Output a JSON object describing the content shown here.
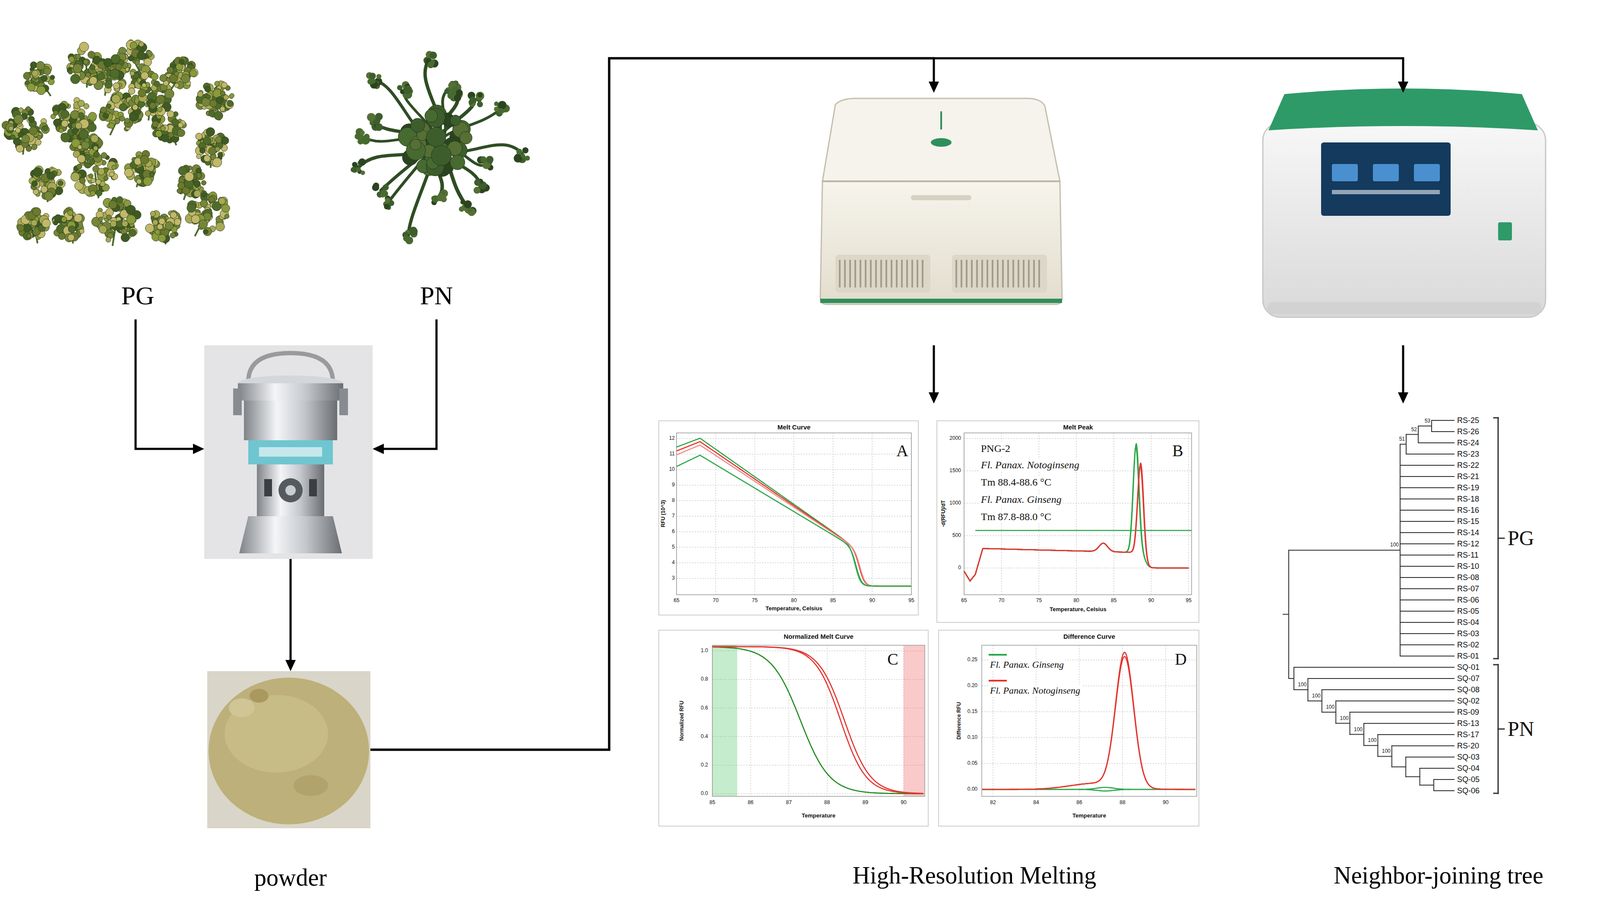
{
  "diagram": {
    "nodes": [
      {
        "text": [
          "PG"
        ]
      },
      {
        "text": [
          "PN"
        ]
      },
      {
        "text": []
      },
      {
        "text": [
          "powder"
        ]
      },
      {
        "text": []
      },
      {
        "text": []
      },
      {
        "text": [
          "High-Resolution Melting"
        ]
      },
      {
        "text": [
          "Neighbor-joining tree"
        ]
      }
    ],
    "edges": [
      {
        "from": 0,
        "to": 2,
        "arrow": "to"
      },
      {
        "from": 1,
        "to": 2,
        "arrow": "to"
      },
      {
        "from": 2,
        "to": 3,
        "arrow": "to"
      },
      {
        "from": 3,
        "to": 4,
        "arrow": "to"
      },
      {
        "from": 3,
        "to": 5,
        "arrow": "to"
      },
      {
        "from": 4,
        "to": 6,
        "arrow": "to"
      },
      {
        "from": 5,
        "to": 7,
        "arrow": "to"
      }
    ],
    "labels": [
      "Melt Curve",
      "A",
      "RFU (10^3)",
      "12",
      "11",
      "10",
      "9",
      "8",
      "7",
      "6",
      "5",
      "4",
      "3",
      "65",
      "70",
      "75",
      "80",
      "85",
      "90",
      "95",
      "Temperature, Celsius",
      "Melt Peak",
      "B",
      "-d(RFU)/dT",
      "2000",
      "1500",
      "1000",
      "500",
      "0",
      "65",
      "70",
      "75",
      "80",
      "85",
      "90",
      "95",
      "Temperature, Celsius",
      "PNG-2",
      "Fl. Panax. Notoginseng",
      "Tm 88.4-88.6 °C",
      "Fl. Panax. Ginseng",
      "Tm 87.8-88.0 °C",
      "Normalized Melt Curve",
      "C",
      "Normalized RFU",
      "1.0",
      "0.8",
      "0.6",
      "0.4",
      "0.2",
      "0.0",
      "85",
      "86",
      "87",
      "88",
      "89",
      "90",
      "Temperature",
      "Difference Curve",
      "D",
      "Difference RFU",
      "0.25",
      "0.20",
      "0.15",
      "0.10",
      "0.05",
      "0.00",
      "82",
      "84",
      "86",
      "88",
      "90",
      "Temperature",
      "RS-25",
      "RS-26",
      "RS-24",
      "RS-23",
      "RS-22",
      "RS-21",
      "RS-19",
      "RS-18",
      "RS-16",
      "RS-15",
      "RS-14",
      "RS-12",
      "RS-11",
      "RS-10",
      "RS-08",
      "RS-07",
      "RS-06",
      "RS-05",
      "RS-04",
      "RS-03",
      "RS-02",
      "RS-01",
      "SQ-01",
      "SQ-07",
      "SQ-08",
      "SQ-02",
      "RS-09",
      "RS-13",
      "RS-17",
      "RS-20",
      "SQ-03",
      "SQ-04",
      "SQ-05",
      "SQ-06",
      "53",
      "52",
      "51",
      "100",
      "100",
      "100",
      "100",
      "100",
      "100",
      "100",
      "100",
      "PG",
      "PN"
    ],
    "legend": [
      {
        "text": "Fl. Panax. Ginseng"
      },
      {
        "text": "Fl. Panax. Notoginseng"
      }
    ]
  }
}
